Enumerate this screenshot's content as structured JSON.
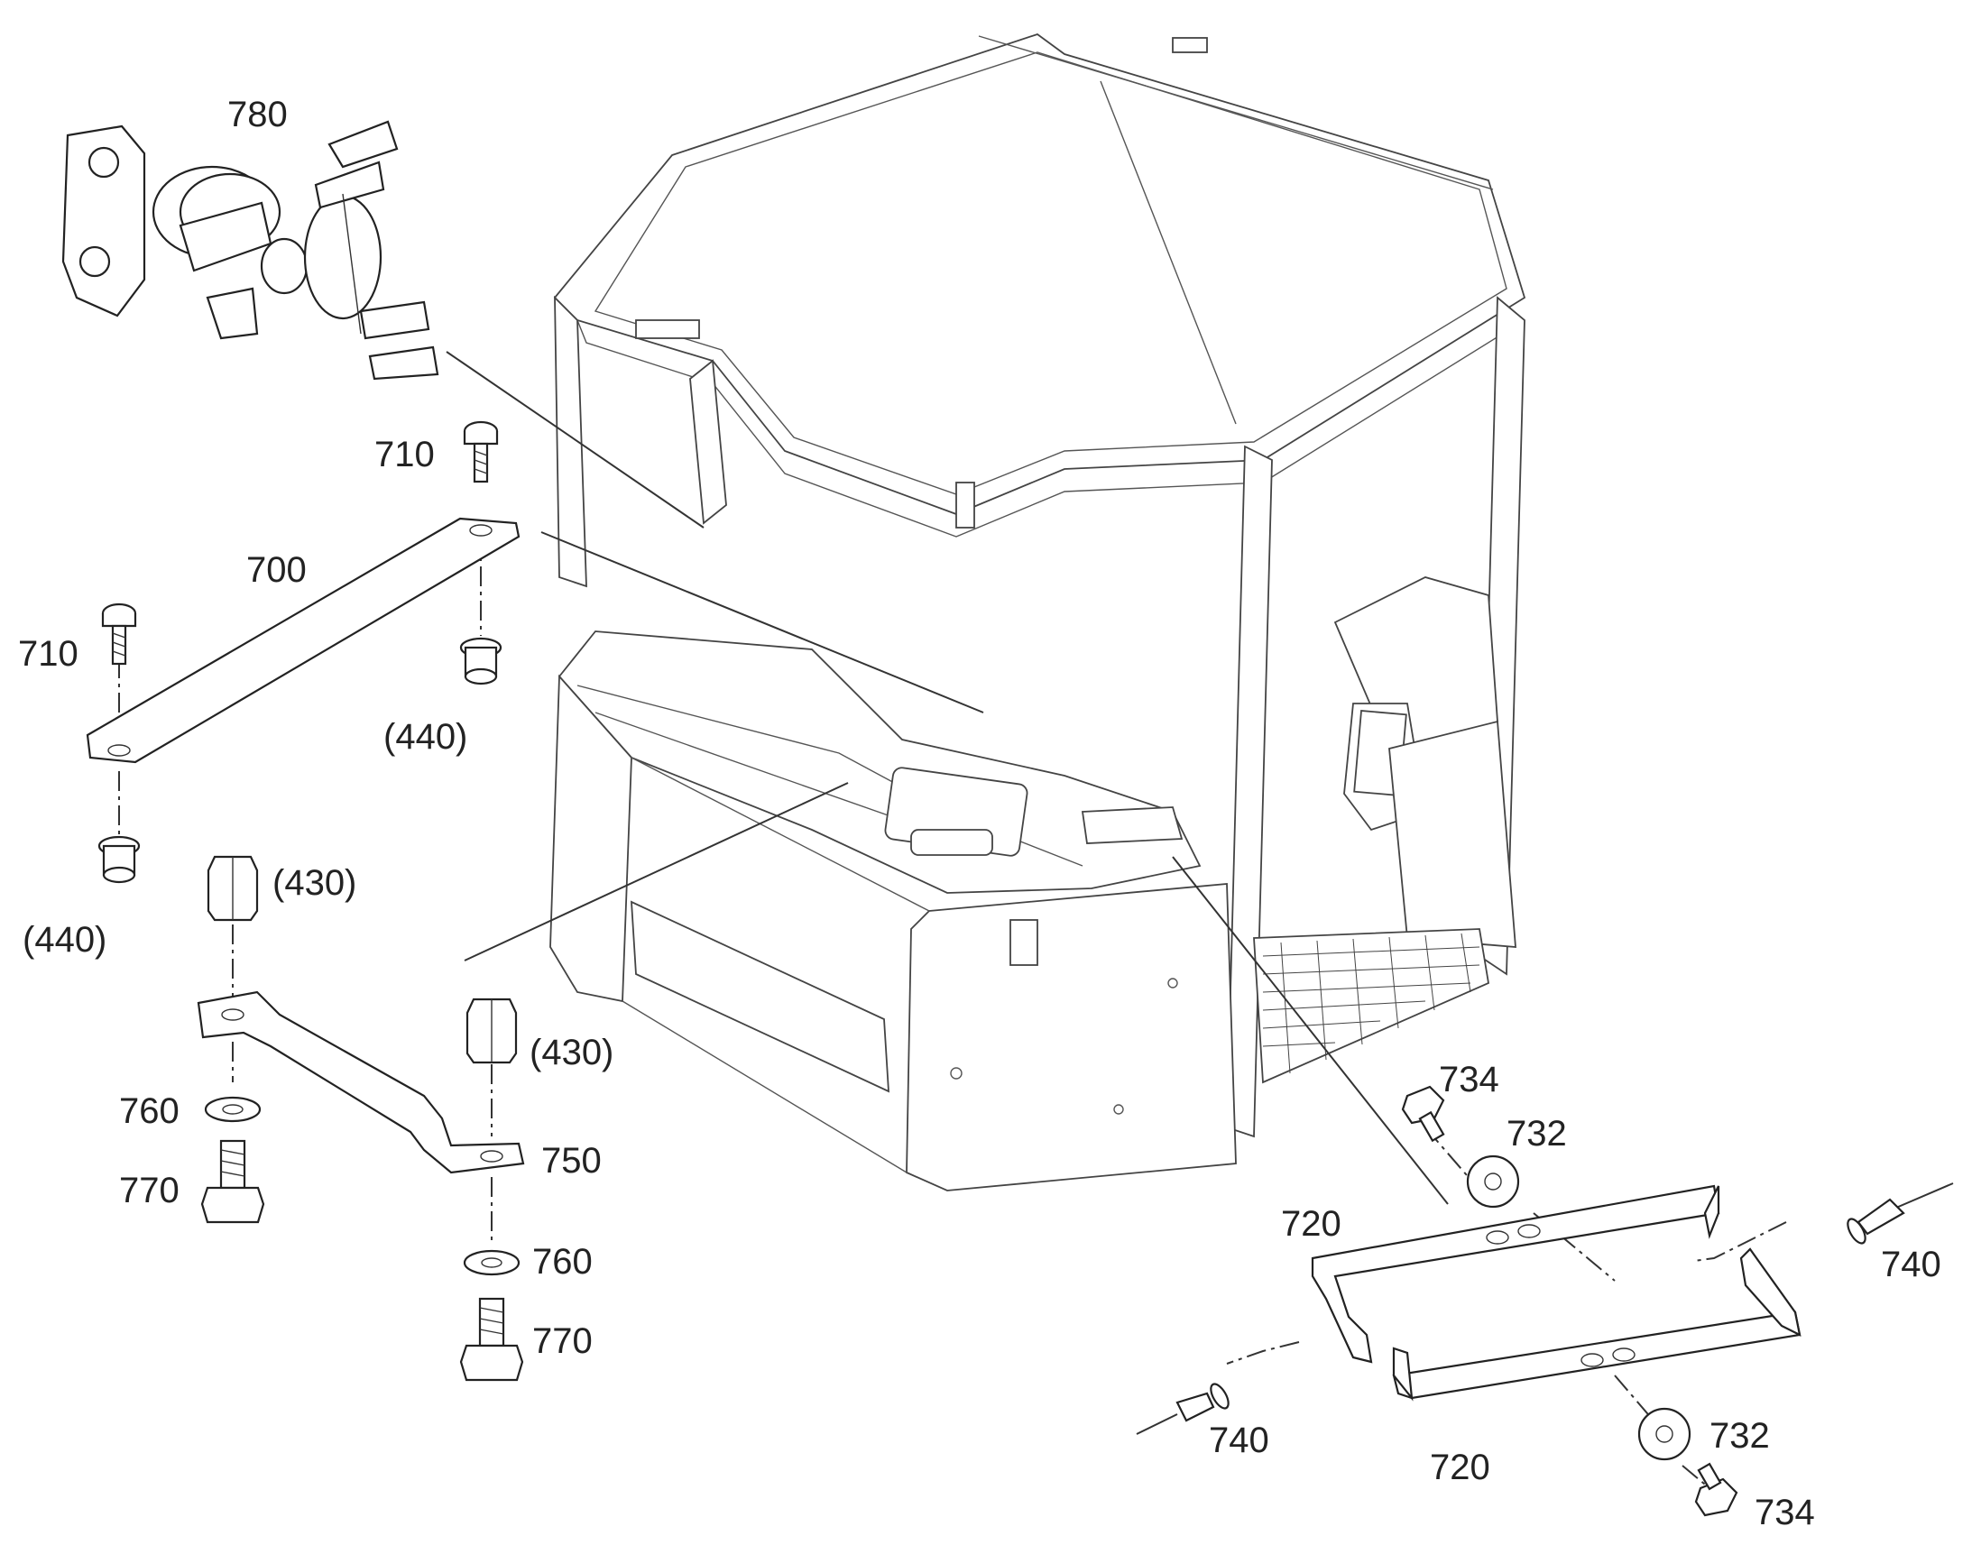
{
  "callouts": {
    "c780": "780",
    "c710a": "710",
    "c700": "700",
    "c710b": "710",
    "c440a": "(440)",
    "c440b": "(440)",
    "c430a": "(430)",
    "c430b": "(430)",
    "c760a": "760",
    "c770a": "770",
    "c750": "750",
    "c760b": "760",
    "c770b": "770",
    "c734a": "734",
    "c732a": "732",
    "c720a": "720",
    "c740a": "740",
    "c740b": "740",
    "c720b": "720",
    "c732b": "732",
    "c734b": "734"
  },
  "components": [
    {
      "id": "cab",
      "icon": "operator-cab-drawing"
    },
    {
      "id": "780",
      "icon": "phone-holder-mount-icon"
    },
    {
      "id": "700",
      "icon": "flat-strap-icon"
    },
    {
      "id": "710",
      "icon": "screw-icon"
    },
    {
      "id": "440",
      "icon": "rivet-nut-icon"
    },
    {
      "id": "430",
      "icon": "hex-nut-icon"
    },
    {
      "id": "750",
      "icon": "bent-bracket-icon"
    },
    {
      "id": "760",
      "icon": "washer-icon"
    },
    {
      "id": "770",
      "icon": "bolt-icon"
    },
    {
      "id": "720",
      "icon": "channel-bracket-icon"
    },
    {
      "id": "732",
      "icon": "washer-icon"
    },
    {
      "id": "734",
      "icon": "screw-icon"
    },
    {
      "id": "740",
      "icon": "rivet-icon"
    }
  ]
}
